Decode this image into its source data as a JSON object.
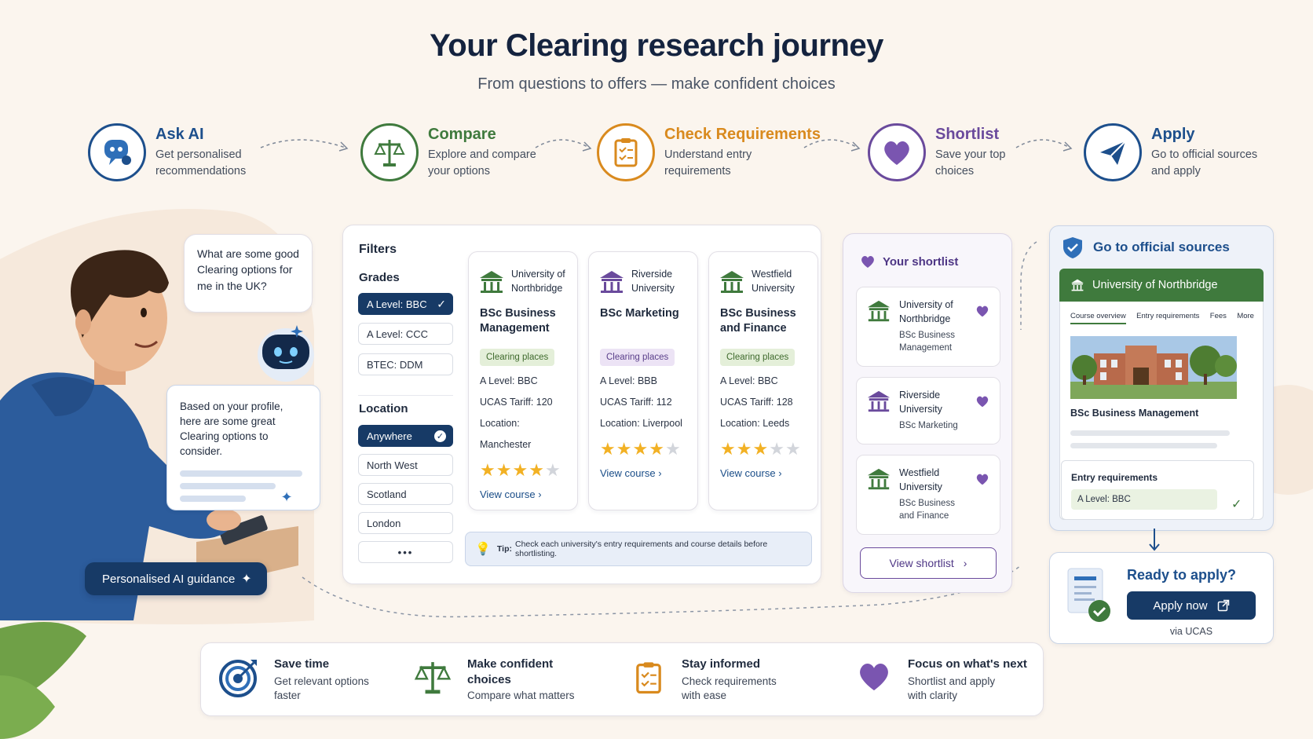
{
  "header": {
    "title": "Your Clearing research journey",
    "subtitle": "From questions to offers — make confident choices"
  },
  "steps": [
    {
      "title": "Ask AI",
      "desc_1": "Get personalised",
      "desc_2": "recommendations",
      "color": "#1d4f8c",
      "icon": "chat-bot-icon"
    },
    {
      "title": "Compare",
      "desc_1": "Explore and compare",
      "desc_2": "your options",
      "color": "#3f7a3d",
      "icon": "scales-icon"
    },
    {
      "title": "Check Requirements",
      "desc_1": "Understand entry",
      "desc_2": "requirements",
      "color": "#d98a1e",
      "icon": "clipboard-icon"
    },
    {
      "title": "Shortlist",
      "desc_1": "Save your top",
      "desc_2": "choices",
      "color": "#6a4a9c",
      "icon": "heart-icon"
    },
    {
      "title": "Apply",
      "desc_1": "Go to official sources",
      "desc_2": "and apply",
      "color": "#1d4f8c",
      "icon": "send-icon"
    }
  ],
  "chat": {
    "question": "What are some good Clearing options for me in the UK?",
    "answer": "Based on your profile, here are some great Clearing options to consider.",
    "guidance_label": "Personalised AI guidance"
  },
  "filters": {
    "title": "Filters",
    "grades_heading": "Grades",
    "grades": [
      "A Level: BBC",
      "A Level: CCC",
      "BTEC: DDM"
    ],
    "location_heading": "Location",
    "locations": [
      "Anywhere",
      "North West",
      "Scotland",
      "London"
    ],
    "more": "•••"
  },
  "results": [
    {
      "uni_1": "University of",
      "uni_2": "Northbridge",
      "course": "BSc Business Management",
      "badge": "Clearing places",
      "a_level": "A Level:  BBC",
      "tariff": "UCAS Tariff:  120",
      "location": "Location:  Manchester",
      "rating": 4,
      "link": "View course"
    },
    {
      "uni_1": "Riverside",
      "uni_2": "University",
      "course": "BSc Marketing",
      "badge": "Clearing places",
      "a_level": "A Level:  BBB",
      "tariff": "UCAS Tariff:  112",
      "location": "Location:  Liverpool",
      "rating": 4,
      "link": "View course"
    },
    {
      "uni_1": "Westfield",
      "uni_2": "University",
      "course": "BSc Business and Finance",
      "badge": "Clearing places",
      "a_level": "A Level:  BBC",
      "tariff": "UCAS Tariff:  128",
      "location": "Location:  Leeds",
      "rating": 3,
      "link": "View course"
    }
  ],
  "tip": {
    "label": "Tip:",
    "text": "Check each university's entry requirements and course details before shortlisting."
  },
  "shortlist": {
    "title": "Your shortlist",
    "items": [
      {
        "uni_1": "University of",
        "uni_2": "Northbridge",
        "course_1": "BSc Business",
        "course_2": "Management"
      },
      {
        "uni_1": "Riverside",
        "uni_2": "University",
        "course_1": "BSc Marketing",
        "course_2": ""
      },
      {
        "uni_1": "Westfield",
        "uni_2": "University",
        "course_1": "BSc Business",
        "course_2": "and Finance"
      }
    ],
    "button": "View shortlist"
  },
  "official": {
    "title": "Go to official sources",
    "uni_banner": "University of Northbridge",
    "tabs": [
      "Course overview",
      "Entry requirements",
      "Fees",
      "More"
    ],
    "course": "BSc Business Management",
    "entry_heading": "Entry requirements",
    "entry_value": "A Level: BBC"
  },
  "apply": {
    "title": "Ready to apply?",
    "button": "Apply now",
    "via": "via UCAS"
  },
  "benefits": [
    {
      "title_1": "Save time",
      "title_2": "",
      "desc_1": "Get relevant options",
      "desc_2": "faster",
      "icon": "target-icon"
    },
    {
      "title_1": "Make confident",
      "title_2": "choices",
      "desc_1": "Compare what matters",
      "desc_2": "",
      "icon": "scales-icon"
    },
    {
      "title_1": "Stay informed",
      "title_2": "",
      "desc_1": "Check requirements",
      "desc_2": "with ease",
      "icon": "clipboard-icon"
    },
    {
      "title_1": "Focus on what's next",
      "title_2": "",
      "desc_1": "Shortlist and apply",
      "desc_2": "with clarity",
      "icon": "heart-icon"
    }
  ],
  "colors": {
    "navy": "#173a66",
    "green": "#3f7a3d",
    "orange": "#d98a1e",
    "purple": "#6a4a9c",
    "background": "#fbf5ee"
  }
}
